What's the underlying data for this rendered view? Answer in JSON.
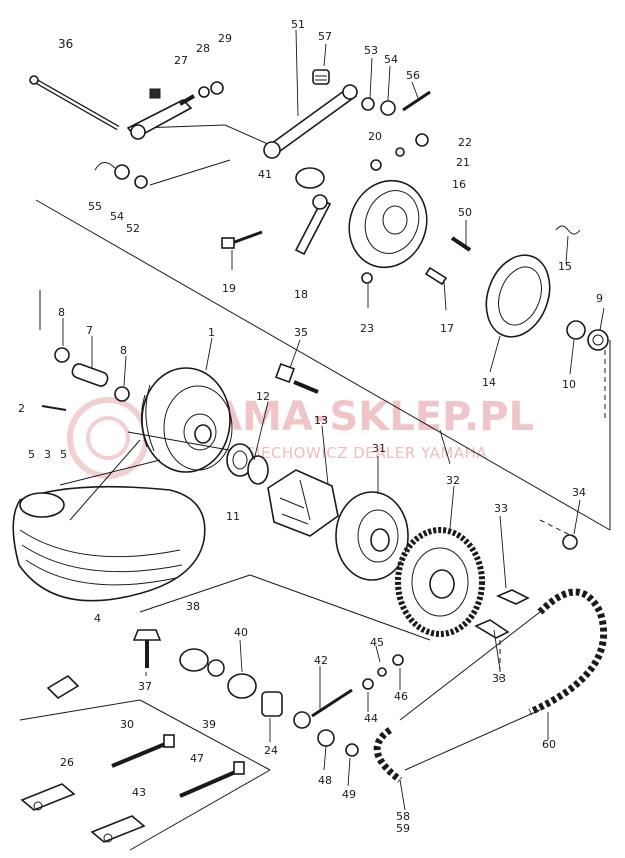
{
  "watermark": {
    "main": "YAMA-SKLEP.PL",
    "sub": "SIECHOWICZ  DEALER YAMAHA"
  },
  "colors": {
    "line": "#1a1a1a",
    "watermark": "#e8a7aa",
    "background": "#ffffff"
  },
  "callouts": {
    "c1": "1",
    "c2": "2",
    "c3": "3",
    "c4": "4",
    "c5a": "5",
    "c5b": "5",
    "c7": "7",
    "c8a": "8",
    "c8b": "8",
    "c9": "9",
    "c10": "10",
    "c11": "11",
    "c12": "12",
    "c13": "13",
    "c14": "14",
    "c15": "15",
    "c16": "16",
    "c17": "17",
    "c18": "18",
    "c19": "19",
    "c20": "20",
    "c21": "21",
    "c22": "22",
    "c23": "23",
    "c24": "24",
    "c26": "26",
    "c27": "27",
    "c28": "28",
    "c29": "29",
    "c30": "30",
    "c31": "31",
    "c32": "32",
    "c33a": "33",
    "c33b": "33",
    "c34": "34",
    "c35": "35",
    "c36": "36",
    "c37": "37",
    "c38": "38",
    "c39": "39",
    "c40": "40",
    "c41": "41",
    "c42": "42",
    "c43": "43",
    "c44": "44",
    "c45": "45",
    "c46": "46",
    "c47": "47",
    "c48": "48",
    "c49": "49",
    "c50": "50",
    "c51": "51",
    "c52": "52",
    "c53": "53",
    "c54a": "54",
    "c54b": "54",
    "c55": "55",
    "c56": "56",
    "c57": "57",
    "c58": "58",
    "c59": "59",
    "c60": "60"
  }
}
